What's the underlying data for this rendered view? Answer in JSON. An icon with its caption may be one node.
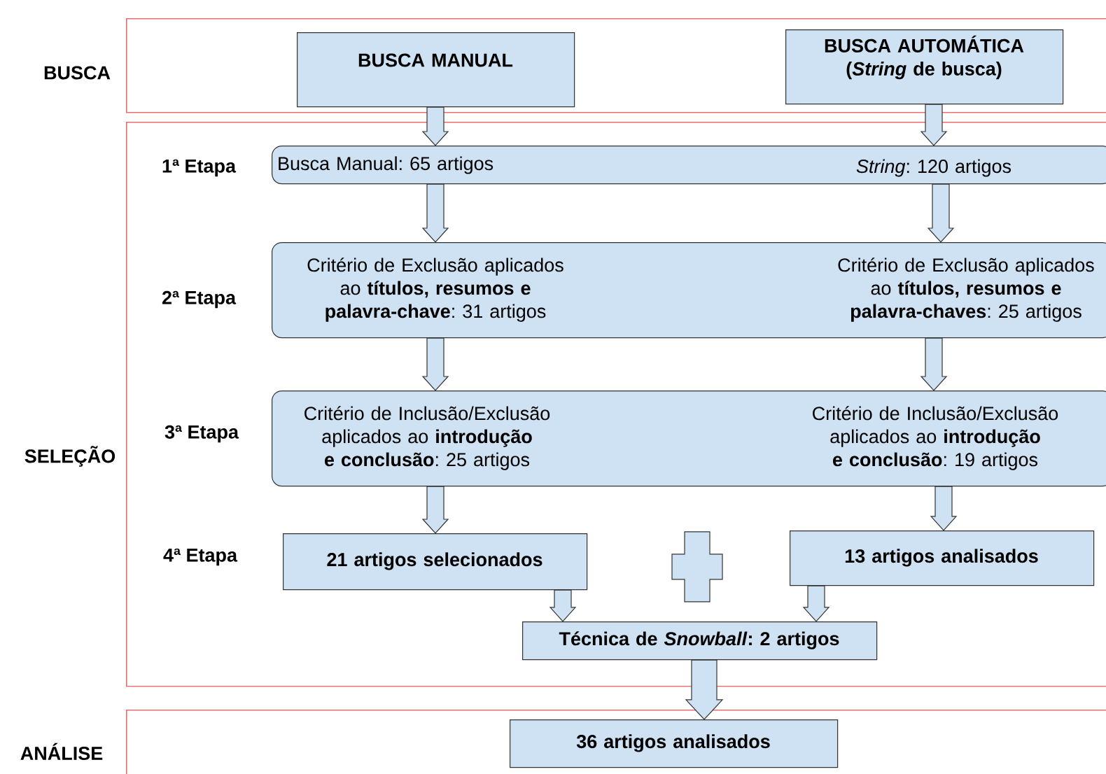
{
  "diagram": {
    "nodes": [
      {
        "text": [
          "BUSCA"
        ]
      },
      {
        "text": [
          "BUSCA MANUAL"
        ],
        "in": 0
      },
      {
        "text": [
          "BUSCA AUTOMÁTICA (*String* de busca)"
        ],
        "in": 0
      },
      {
        "text": [
          "SELEÇÃO"
        ]
      },
      {
        "text": [
          "Busca Manual: 65 artigos",
          "*String*: 120 artigos"
        ],
        "in": 3,
        "beside": [
          "1ª Etapa"
        ]
      },
      {
        "text": [
          "Critério de Exclusão aplicados ao **títulos, resumos e palavra-chave**: 31 artigos",
          "Critério de Exclusão aplicados ao **títulos, resumos e palavra-chaves**: 25 artigos"
        ],
        "in": 3,
        "beside": [
          "2ª Etapa"
        ]
      },
      {
        "text": [
          "Critério de Inclusão/Exclusão aplicados ao **introdução e conclusão**: 25 artigos",
          "Critério de Inclusão/Exclusão aplicados ao **introdução e conclusão**: 19 artigos"
        ],
        "in": 3,
        "beside": [
          "3ª Etapa"
        ]
      },
      {
        "text": [
          "21 artigos selecionados"
        ],
        "in": 3,
        "beside": [
          "4ª Etapa"
        ]
      },
      {
        "text": [
          "13 artigos analisados"
        ],
        "in": 3
      },
      {
        "text": [
          "Técnica de *Snowball*: 2 artigos"
        ],
        "in": 3
      },
      {
        "text": [
          "ANÁLISE"
        ]
      },
      {
        "text": [
          "36 artigos analisados"
        ],
        "in": 10
      }
    ],
    "edges": [
      {
        "from": 1,
        "to": 4,
        "arrow": "to"
      },
      {
        "from": 2,
        "to": 4,
        "arrow": "to"
      },
      {
        "from": 4,
        "to": 5,
        "arrow": "to"
      },
      {
        "from": 4,
        "to": 5,
        "arrow": "to"
      },
      {
        "from": 5,
        "to": 6,
        "arrow": "to"
      },
      {
        "from": 5,
        "to": 6,
        "arrow": "to"
      },
      {
        "from": 6,
        "to": 7,
        "arrow": "to"
      },
      {
        "from": 6,
        "to": 8,
        "arrow": "to"
      },
      {
        "from": 7,
        "to": 9,
        "arrow": "to"
      },
      {
        "from": 8,
        "to": 9,
        "arrow": "to"
      },
      {
        "from": 9,
        "to": 11,
        "arrow": "to"
      }
    ]
  }
}
